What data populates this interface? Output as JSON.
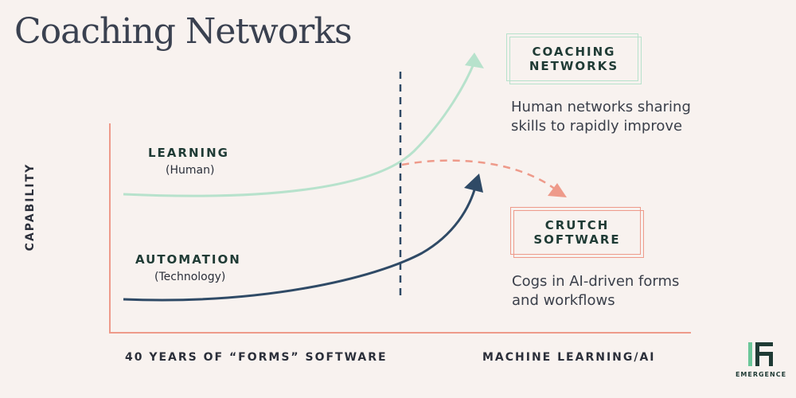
{
  "title": "Coaching Networks",
  "axes": {
    "y_label": "CAPABILITY",
    "x_label_left": "40 YEARS OF “FORMS” SOFTWARE",
    "x_label_right": "MACHINE LEARNING/AI"
  },
  "curves": {
    "learning": {
      "label": "LEARNING",
      "sublabel": "(Human)",
      "color": "#b7e2cc"
    },
    "automation": {
      "label": "AUTOMATION",
      "sublabel": "(Technology)",
      "color": "#2f4a66"
    }
  },
  "outcomes": {
    "coaching": {
      "box_label": "COACHING\nNETWORKS",
      "description_line1": "Human networks sharing",
      "description_line2": "skills to rapidly improve",
      "color": "#b7e2cc"
    },
    "crutch": {
      "box_label": "CRUTCH\nSOFTWARE",
      "description_line1": "Cogs in AI-driven forms",
      "description_line2": "and workflows",
      "color": "#ee9a8a"
    }
  },
  "colors": {
    "axis": "#ee9a8a",
    "divider": "#2f4a66",
    "dashed_arrow": "#ee9a8a",
    "background": "#f8f2ef"
  },
  "logo": {
    "text": "EMERGENCE",
    "icon": "emergence-logo-icon"
  }
}
